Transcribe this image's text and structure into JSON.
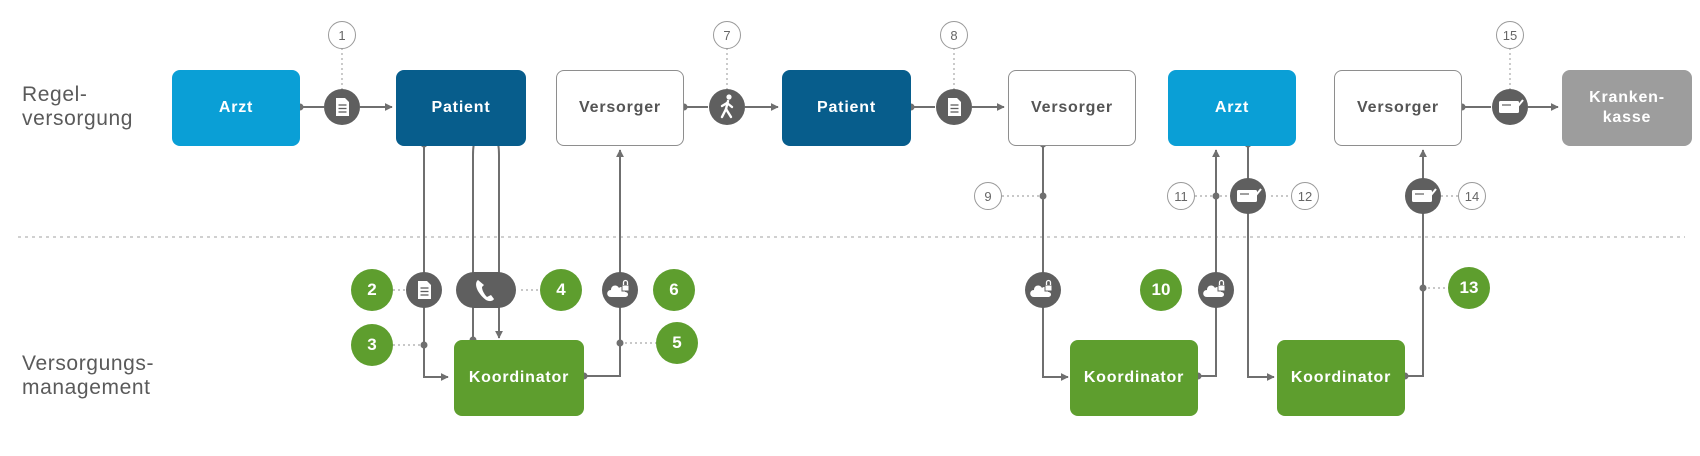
{
  "lanes": {
    "regular": [
      "Regel-",
      "versorgung"
    ],
    "management": [
      "Versorgungs-",
      "management"
    ]
  },
  "nodes": {
    "arzt_1": "Arzt",
    "patient_1": "Patient",
    "versorger_1": "Versorger",
    "patient_2": "Patient",
    "versorger_2": "Versorger",
    "arzt_2": "Arzt",
    "versorger_3": "Versorger",
    "krankenkasse": [
      "Kranken-",
      "kasse"
    ],
    "koordinator_1": "Koordinator",
    "koordinator_2": "Koordinator",
    "koordinator_3": "Koordinator"
  },
  "steps": {
    "s1": "1",
    "s2": "2",
    "s3": "3",
    "s4": "4",
    "s5": "5",
    "s6": "6",
    "s7": "7",
    "s8": "8",
    "s9": "9",
    "s10": "10",
    "s11": "11",
    "s12": "12",
    "s13": "13",
    "s14": "14",
    "s15": "15"
  },
  "icons": [
    "document-icon",
    "walking-person-icon",
    "phone-icon",
    "cloud-lock-icon",
    "prescription-icon"
  ],
  "colors": {
    "arzt": "#0a9fd6",
    "patient": "#075d8c",
    "koordinator": "#5e9e2e",
    "krankenkasse": "#9d9d9d",
    "icon_circle": "#5f5f5f",
    "connector": "#6f6f6f"
  }
}
